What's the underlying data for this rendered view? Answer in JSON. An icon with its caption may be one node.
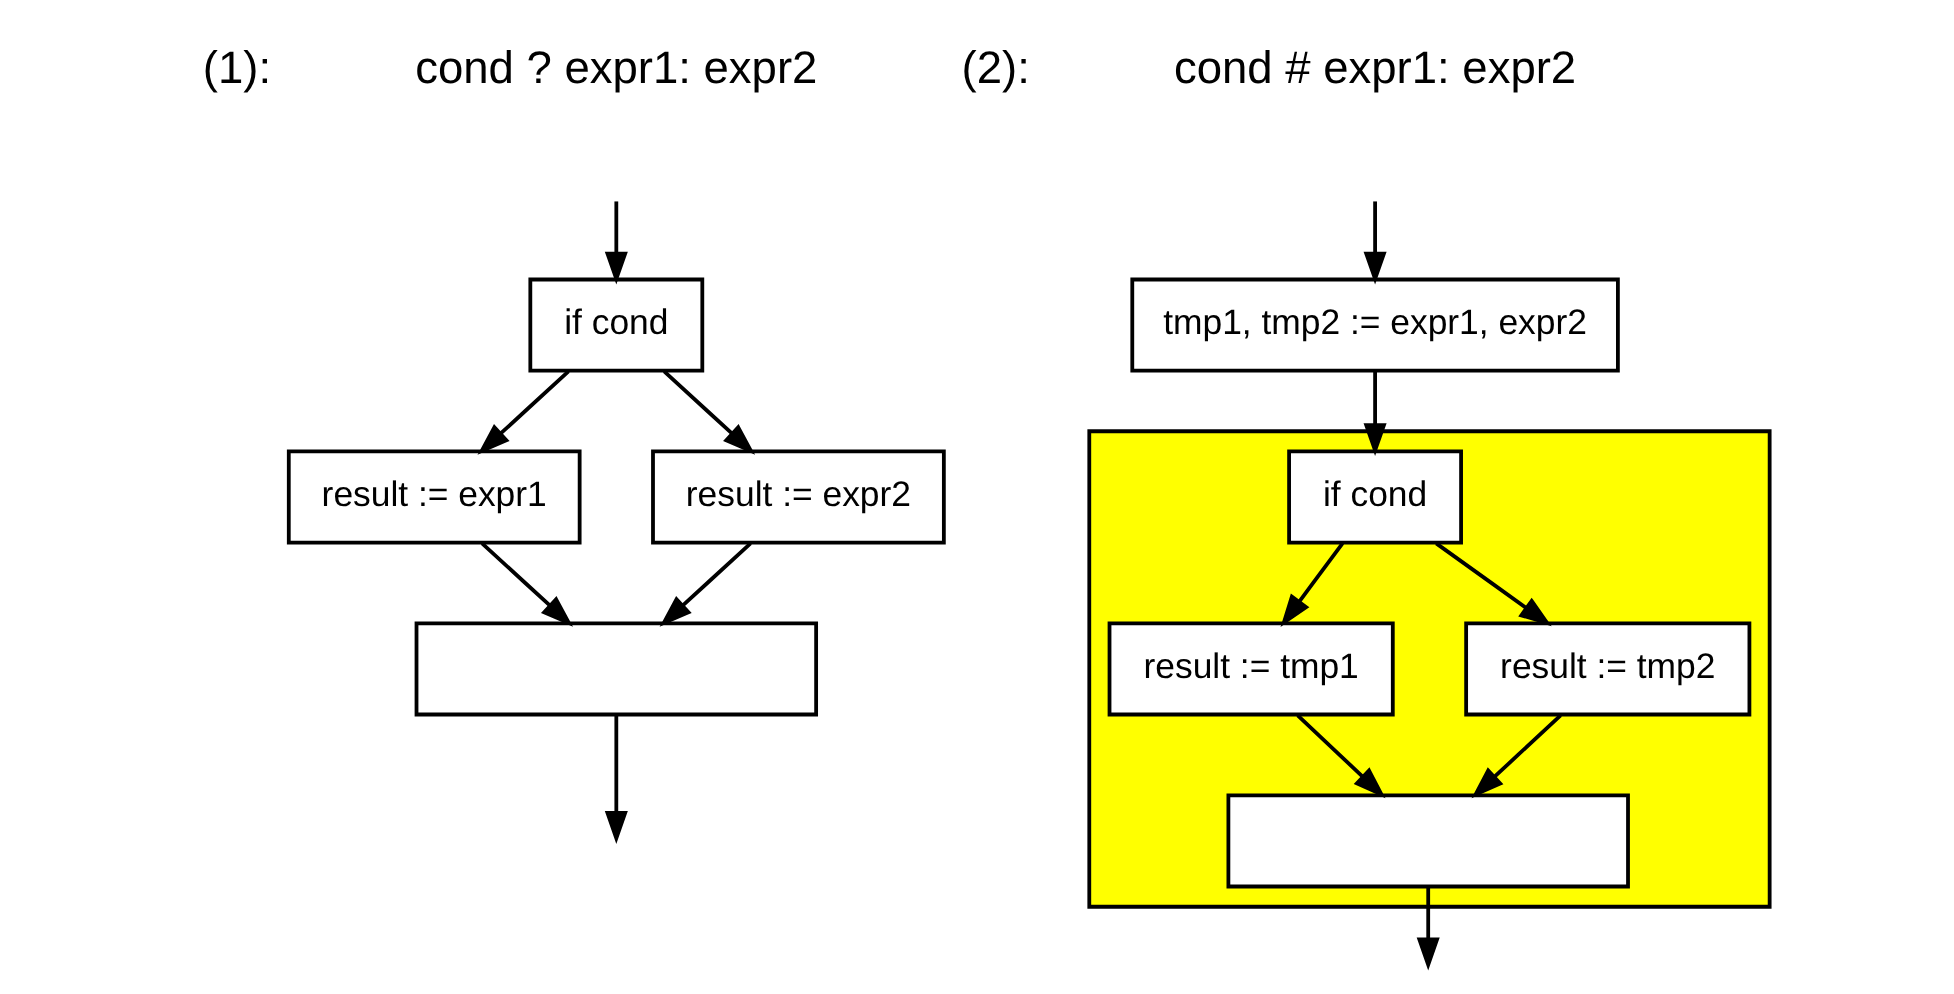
{
  "diagram": {
    "nodes": [
      {
        "text": [
          "if cond"
        ]
      },
      {
        "text": [
          "result := expr1"
        ]
      },
      {
        "text": [
          "result := expr2"
        ]
      },
      {
        "text": [],
        "shape": "box"
      },
      {
        "text": [
          "tmp1, tmp2 := expr1, expr2"
        ]
      },
      {
        "text": [],
        "shape": "box"
      },
      {
        "text": [
          "if cond"
        ],
        "in": 5
      },
      {
        "text": [
          "result := tmp1"
        ],
        "in": 5
      },
      {
        "text": [
          "result := tmp2"
        ],
        "in": 5
      },
      {
        "text": [],
        "shape": "box",
        "in": 5
      }
    ],
    "edges": [
      {
        "from": null,
        "to": 0,
        "arrow": "to"
      },
      {
        "from": 0,
        "to": 1,
        "arrow": "to"
      },
      {
        "from": 0,
        "to": 2,
        "arrow": "to"
      },
      {
        "from": 1,
        "to": 3,
        "arrow": "to"
      },
      {
        "from": 2,
        "to": 3,
        "arrow": "to"
      },
      {
        "from": 3,
        "to": null,
        "arrow": "to"
      },
      {
        "from": null,
        "to": 4,
        "arrow": "to"
      },
      {
        "from": 4,
        "to": 6,
        "arrow": "to"
      },
      {
        "from": 6,
        "to": 7,
        "arrow": "to"
      },
      {
        "from": 6,
        "to": 8,
        "arrow": "to"
      },
      {
        "from": 7,
        "to": 9,
        "arrow": "to"
      },
      {
        "from": 8,
        "to": 9,
        "arrow": "to"
      },
      {
        "from": 9,
        "to": null,
        "arrow": "to"
      }
    ],
    "labels": [
      "(1):",
      "cond ? expr1: expr2",
      "(2):",
      "cond # expr1: expr2"
    ]
  }
}
